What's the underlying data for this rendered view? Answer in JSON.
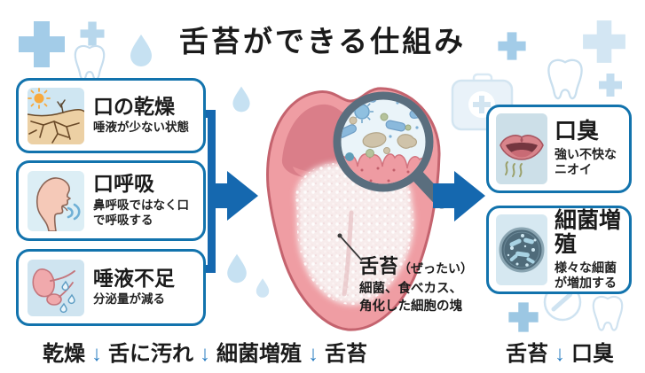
{
  "title": "舌苔ができる仕組み",
  "colors": {
    "box_border": "#1273ad",
    "arrow_blue": "#1568af",
    "flow_arrow_blue": "#2b7ec2",
    "decoration_blue": "#a3cce8",
    "tongue_pink": "#ef9da3",
    "coating_white": "#f7ecec"
  },
  "glyphs": {
    "down_arrow": "↓"
  },
  "left_boxes": [
    {
      "icon": "dry-cracked-earth-icon",
      "title": "口の乾燥",
      "desc": "唾液が少ない状態"
    },
    {
      "icon": "mouth-breathing-face-icon",
      "title": "口呼吸",
      "desc": "鼻呼吸ではなく口で呼吸する"
    },
    {
      "icon": "salivary-gland-icon",
      "title": "唾液不足",
      "desc": "分泌量が減る"
    }
  ],
  "right_boxes": [
    {
      "icon": "smelly-mouth-icon",
      "title": "口臭",
      "desc_line1": "強い不快な",
      "desc_line2": "ニオイ"
    },
    {
      "icon": "bacteria-petri-dish-icon",
      "title": "細菌増殖",
      "desc_line1": "様々な細菌",
      "desc_line2": "が増加する"
    }
  ],
  "annotation": {
    "term": "舌苔",
    "reading": "（ぜったい）",
    "desc_line1": "細菌、食べカス、",
    "desc_line2": "角化した細胞の塊"
  },
  "flow_left": {
    "words": [
      "乾燥",
      "舌に汚れ",
      "細菌増殖",
      "舌苔"
    ]
  },
  "flow_right": {
    "words": [
      "舌苔",
      "口臭"
    ]
  },
  "decor_icons": [
    "medical-cross-icon",
    "tooth-icon",
    "water-drop-icon",
    "first-aid-kit-icon",
    "dental-tool-circle-icon"
  ]
}
